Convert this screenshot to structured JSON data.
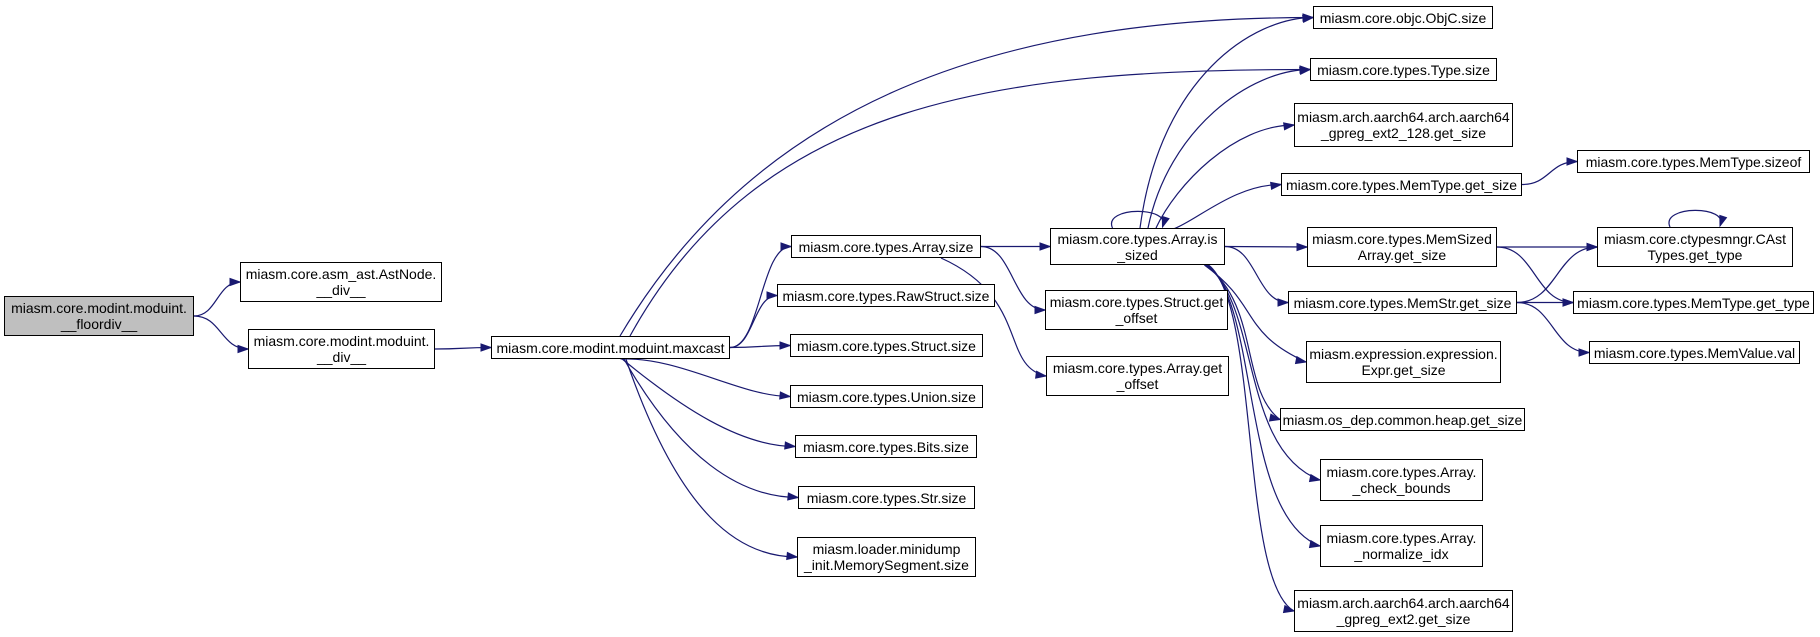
{
  "nodes": {
    "root": [
      "miasm.core.modint.moduint.",
      "__floordiv__"
    ],
    "astnode_div": [
      "miasm.core.asm_ast.AstNode.",
      "__div__"
    ],
    "moduint_div": [
      "miasm.core.modint.moduint.",
      "__div__"
    ],
    "maxcast": [
      "miasm.core.modint.moduint.maxcast"
    ],
    "objc_size": [
      "miasm.core.objc.ObjC.size"
    ],
    "type_size": [
      "miasm.core.types.Type.size"
    ],
    "aarch64_ext2_128": [
      "miasm.arch.aarch64.arch.aarch64",
      "_gpreg_ext2_128.get_size"
    ],
    "array_size": [
      "miasm.core.types.Array.size"
    ],
    "rawstruct_size": [
      "miasm.core.types.RawStruct.size"
    ],
    "struct_size": [
      "miasm.core.types.Struct.size"
    ],
    "union_size": [
      "miasm.core.types.Union.size"
    ],
    "bits_size": [
      "miasm.core.types.Bits.size"
    ],
    "str_size": [
      "miasm.core.types.Str.size"
    ],
    "memseg_size": [
      "miasm.loader.minidump",
      "_init.MemorySegment.size"
    ],
    "array_is_sized": [
      "miasm.core.types.Array.is",
      "_sized"
    ],
    "struct_get_offset": [
      "miasm.core.types.Struct.get",
      "_offset"
    ],
    "array_get_offset": [
      "miasm.core.types.Array.get",
      "_offset"
    ],
    "memtype_get_size": [
      "miasm.core.types.MemType.get_size"
    ],
    "memtype_sizeof": [
      "miasm.core.types.MemType.sizeof"
    ],
    "memsized_get_size": [
      "miasm.core.types.MemSized",
      "Array.get_size"
    ],
    "ctypes_get_type": [
      "miasm.core.ctypesmngr.CAst",
      "Types.get_type"
    ],
    "memstr_get_size": [
      "miasm.core.types.MemStr.get_size"
    ],
    "memtype_get_type": [
      "miasm.core.types.MemType.get_type"
    ],
    "memvalue_val": [
      "miasm.core.types.MemValue.val"
    ],
    "expr_get_size": [
      "miasm.expression.expression.",
      "Expr.get_size"
    ],
    "heap_get_size": [
      "miasm.os_dep.common.heap.get_size"
    ],
    "check_bounds": [
      "miasm.core.types.Array.",
      "_check_bounds"
    ],
    "normalize_idx": [
      "miasm.core.types.Array.",
      "_normalize_idx"
    ],
    "aarch64_ext2": [
      "miasm.arch.aarch64.arch.aarch64",
      "_gpreg_ext2.get_size"
    ]
  },
  "edges": [
    [
      "root",
      "astnode_div"
    ],
    [
      "root",
      "moduint_div"
    ],
    [
      "moduint_div",
      "maxcast"
    ],
    [
      "maxcast",
      "objc_size"
    ],
    [
      "maxcast",
      "type_size"
    ],
    [
      "maxcast",
      "array_size"
    ],
    [
      "maxcast",
      "rawstruct_size"
    ],
    [
      "maxcast",
      "struct_size"
    ],
    [
      "maxcast",
      "union_size"
    ],
    [
      "maxcast",
      "bits_size"
    ],
    [
      "maxcast",
      "str_size"
    ],
    [
      "maxcast",
      "memseg_size"
    ],
    [
      "array_size",
      "array_is_sized"
    ],
    [
      "array_size",
      "struct_get_offset"
    ],
    [
      "array_size",
      "array_get_offset"
    ],
    [
      "array_is_sized",
      "array_is_sized"
    ],
    [
      "array_is_sized",
      "objc_size"
    ],
    [
      "array_is_sized",
      "type_size"
    ],
    [
      "array_is_sized",
      "aarch64_ext2_128"
    ],
    [
      "array_is_sized",
      "memtype_get_size"
    ],
    [
      "array_is_sized",
      "memsized_get_size"
    ],
    [
      "array_is_sized",
      "memstr_get_size"
    ],
    [
      "array_is_sized",
      "expr_get_size"
    ],
    [
      "array_is_sized",
      "heap_get_size"
    ],
    [
      "array_is_sized",
      "check_bounds"
    ],
    [
      "array_is_sized",
      "normalize_idx"
    ],
    [
      "array_is_sized",
      "aarch64_ext2"
    ],
    [
      "memtype_get_size",
      "memtype_sizeof"
    ],
    [
      "memsized_get_size",
      "ctypes_get_type"
    ],
    [
      "memsized_get_size",
      "memtype_get_type"
    ],
    [
      "memstr_get_size",
      "ctypes_get_type"
    ],
    [
      "memstr_get_size",
      "memtype_get_type"
    ],
    [
      "memstr_get_size",
      "memvalue_val"
    ],
    [
      "ctypes_get_type",
      "ctypes_get_type"
    ]
  ]
}
